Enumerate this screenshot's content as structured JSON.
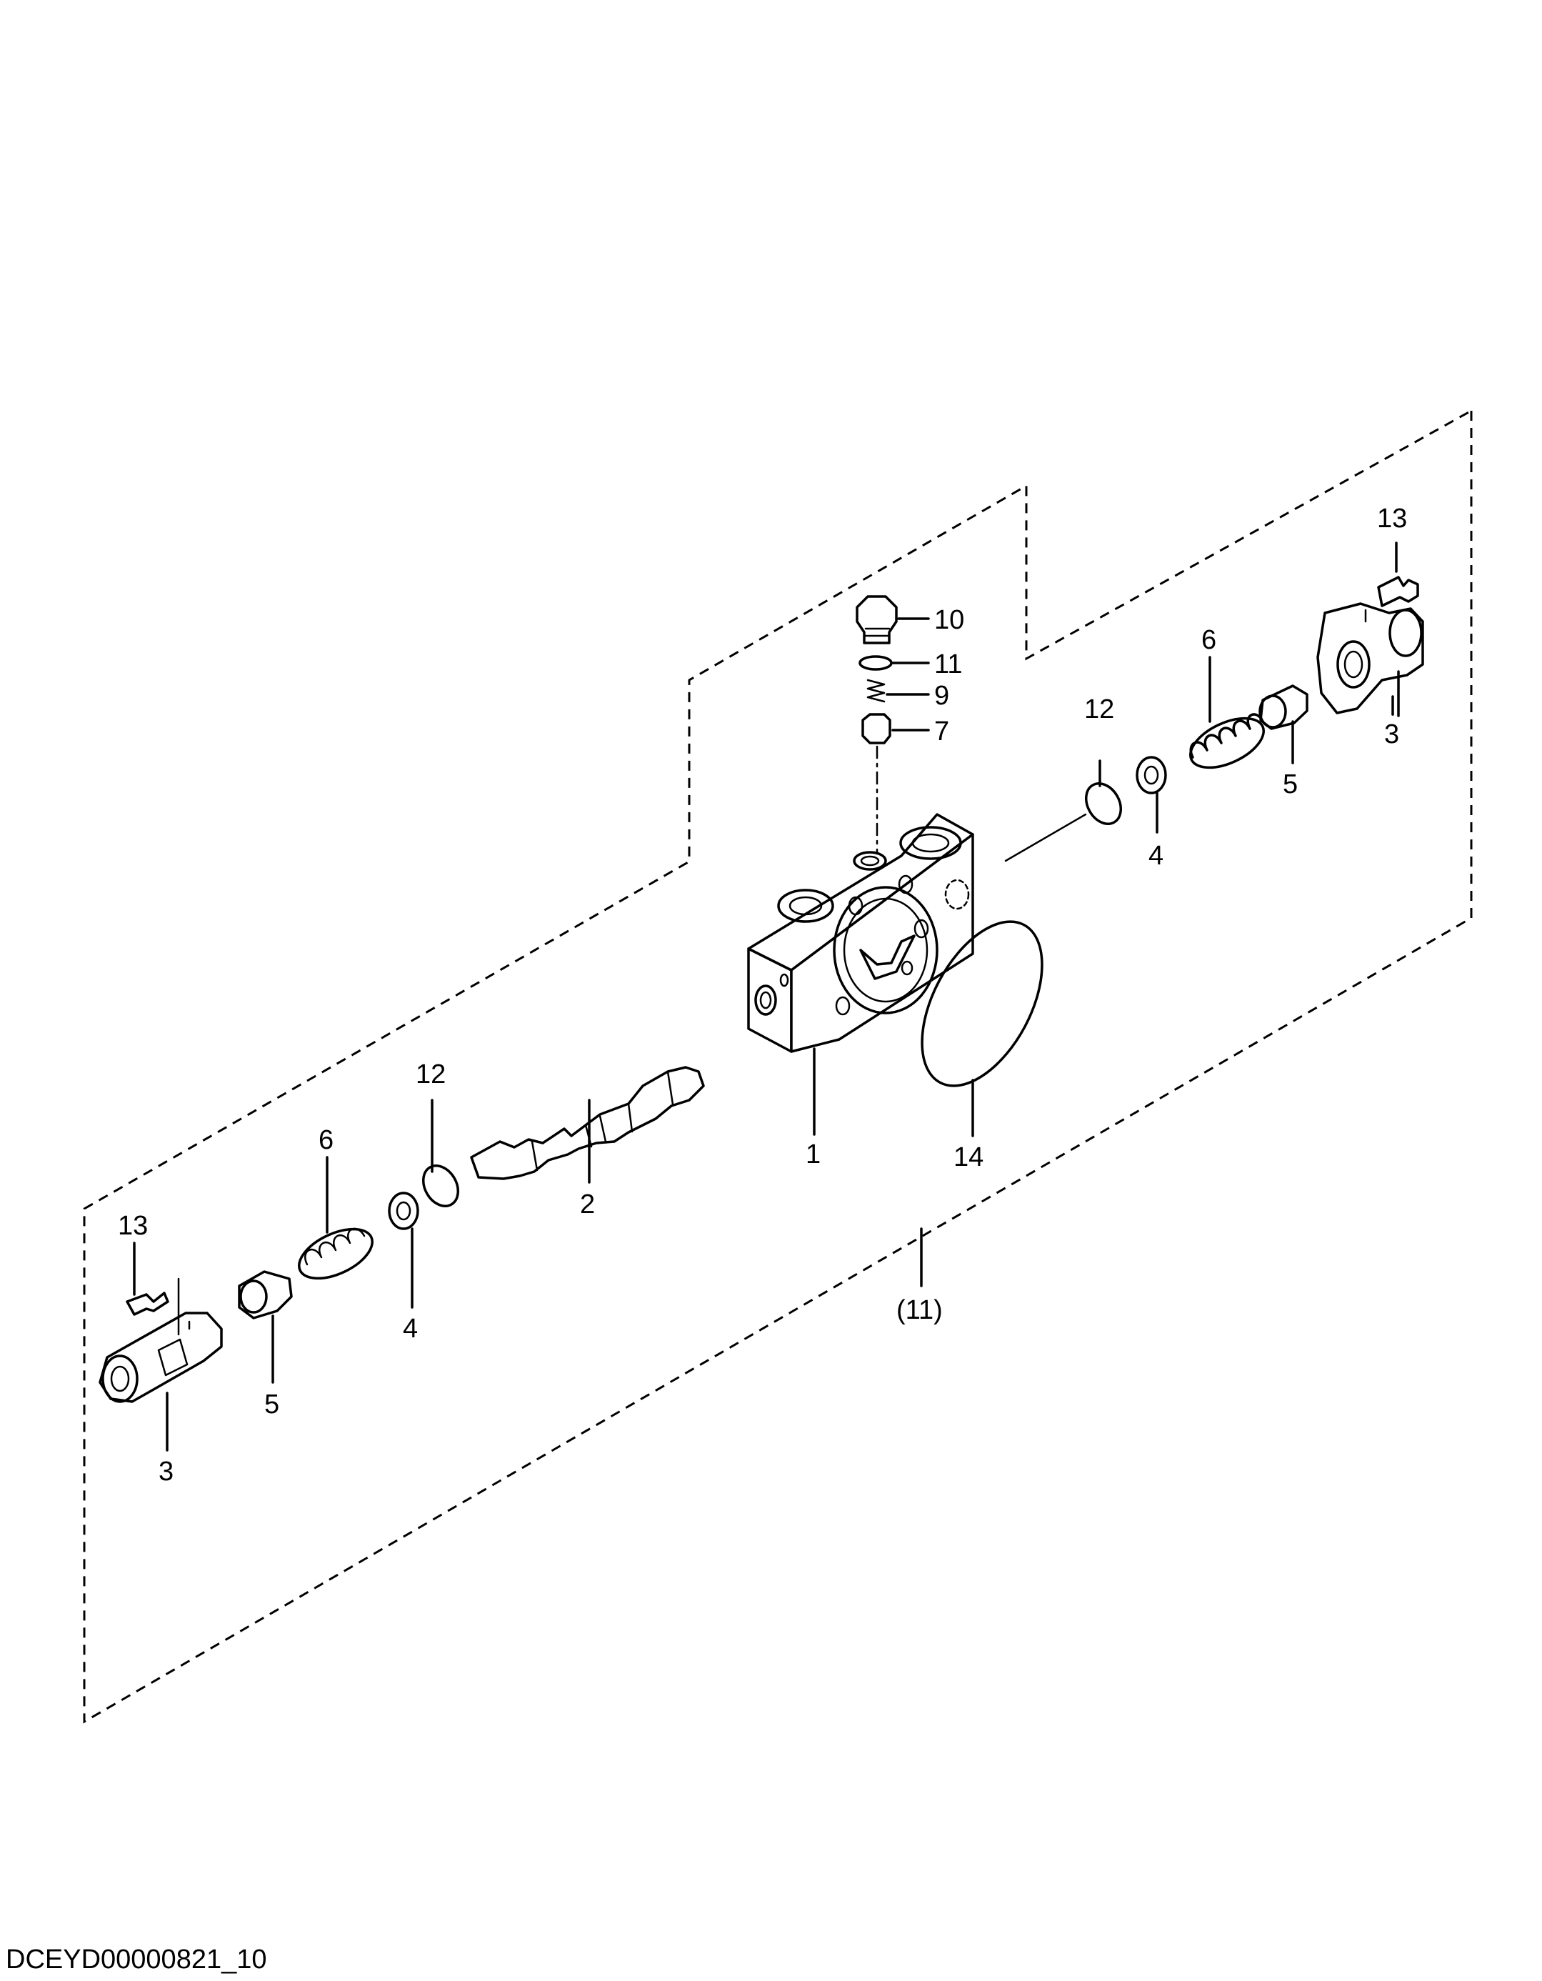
{
  "diagram": {
    "document_id": "DCEYD00000821_10",
    "callouts": [
      {
        "id": "c1",
        "text": "1"
      },
      {
        "id": "c2",
        "text": "2"
      },
      {
        "id": "c3a",
        "text": "3"
      },
      {
        "id": "c3b",
        "text": "3"
      },
      {
        "id": "c4a",
        "text": "4"
      },
      {
        "id": "c4b",
        "text": "4"
      },
      {
        "id": "c5a",
        "text": "5"
      },
      {
        "id": "c5b",
        "text": "5"
      },
      {
        "id": "c6a",
        "text": "6"
      },
      {
        "id": "c6b",
        "text": "6"
      },
      {
        "id": "c7",
        "text": "7"
      },
      {
        "id": "c9",
        "text": "9"
      },
      {
        "id": "c10",
        "text": "10"
      },
      {
        "id": "c11",
        "text": "11"
      },
      {
        "id": "c11group",
        "text": "(11)"
      },
      {
        "id": "c12a",
        "text": "12"
      },
      {
        "id": "c12b",
        "text": "12"
      },
      {
        "id": "c13a",
        "text": "13"
      },
      {
        "id": "c13b",
        "text": "13"
      },
      {
        "id": "c14",
        "text": "14"
      }
    ]
  }
}
